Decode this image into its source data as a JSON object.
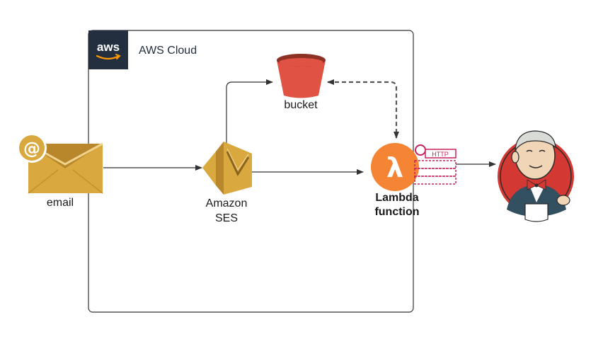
{
  "cloud": {
    "title": "AWS Cloud",
    "logo_text": "aws"
  },
  "nodes": {
    "email": {
      "label": "email",
      "symbol": "@"
    },
    "ses": {
      "label_line1": "Amazon",
      "label_line2": "SES"
    },
    "bucket": {
      "label": "bucket"
    },
    "lambda": {
      "label_line1": "Lambda",
      "label_line2": "function",
      "symbol": "λ"
    },
    "http": {
      "label": "HTTP"
    },
    "jenkins": {
      "label": ""
    }
  },
  "colors": {
    "email": "#d9a93f",
    "ses": "#d9a93f",
    "bucket": "#e05243",
    "lambda": "#f58534",
    "http": "#c7215d",
    "aws_dark": "#232f3e",
    "jenkins_red": "#d33833"
  }
}
